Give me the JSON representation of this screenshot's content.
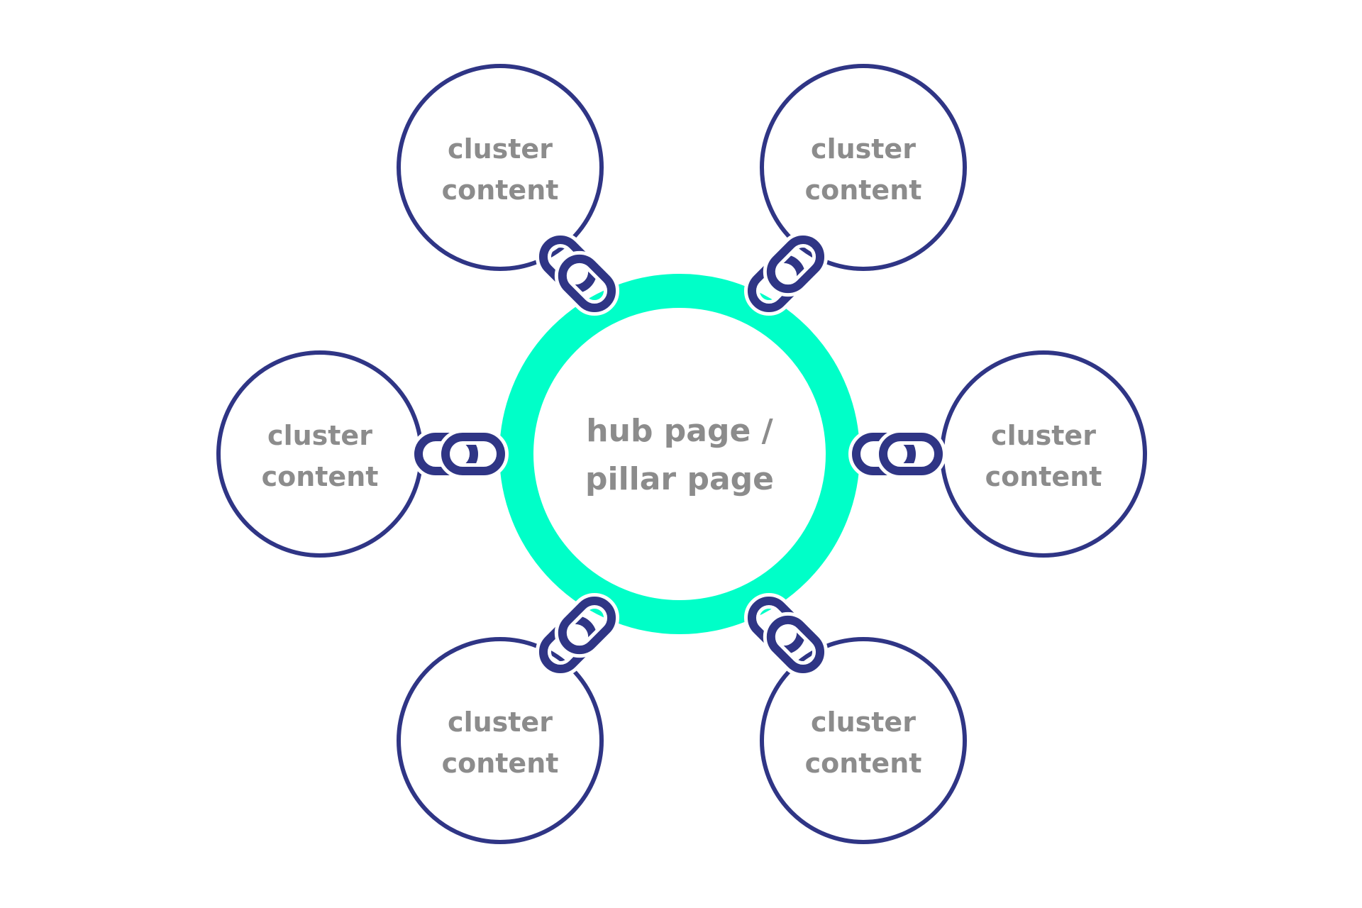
{
  "colors": {
    "hub_ring": "#00ffc8",
    "cluster_stroke": "#2f3585",
    "link_icon": "#2f3585",
    "label_text": "#8c8c8c",
    "background": "#ffffff"
  },
  "hub": {
    "label_line1": "hub page /",
    "label_line2": "pillar page"
  },
  "clusters": [
    {
      "id": "top-left",
      "label_line1": "cluster",
      "label_line2": "content"
    },
    {
      "id": "top-right",
      "label_line1": "cluster",
      "label_line2": "content"
    },
    {
      "id": "middle-left",
      "label_line1": "cluster",
      "label_line2": "content"
    },
    {
      "id": "middle-right",
      "label_line1": "cluster",
      "label_line2": "content"
    },
    {
      "id": "bottom-left",
      "label_line1": "cluster",
      "label_line2": "content"
    },
    {
      "id": "bottom-right",
      "label_line1": "cluster",
      "label_line2": "content"
    }
  ],
  "connector_icon": "chain-link-icon"
}
